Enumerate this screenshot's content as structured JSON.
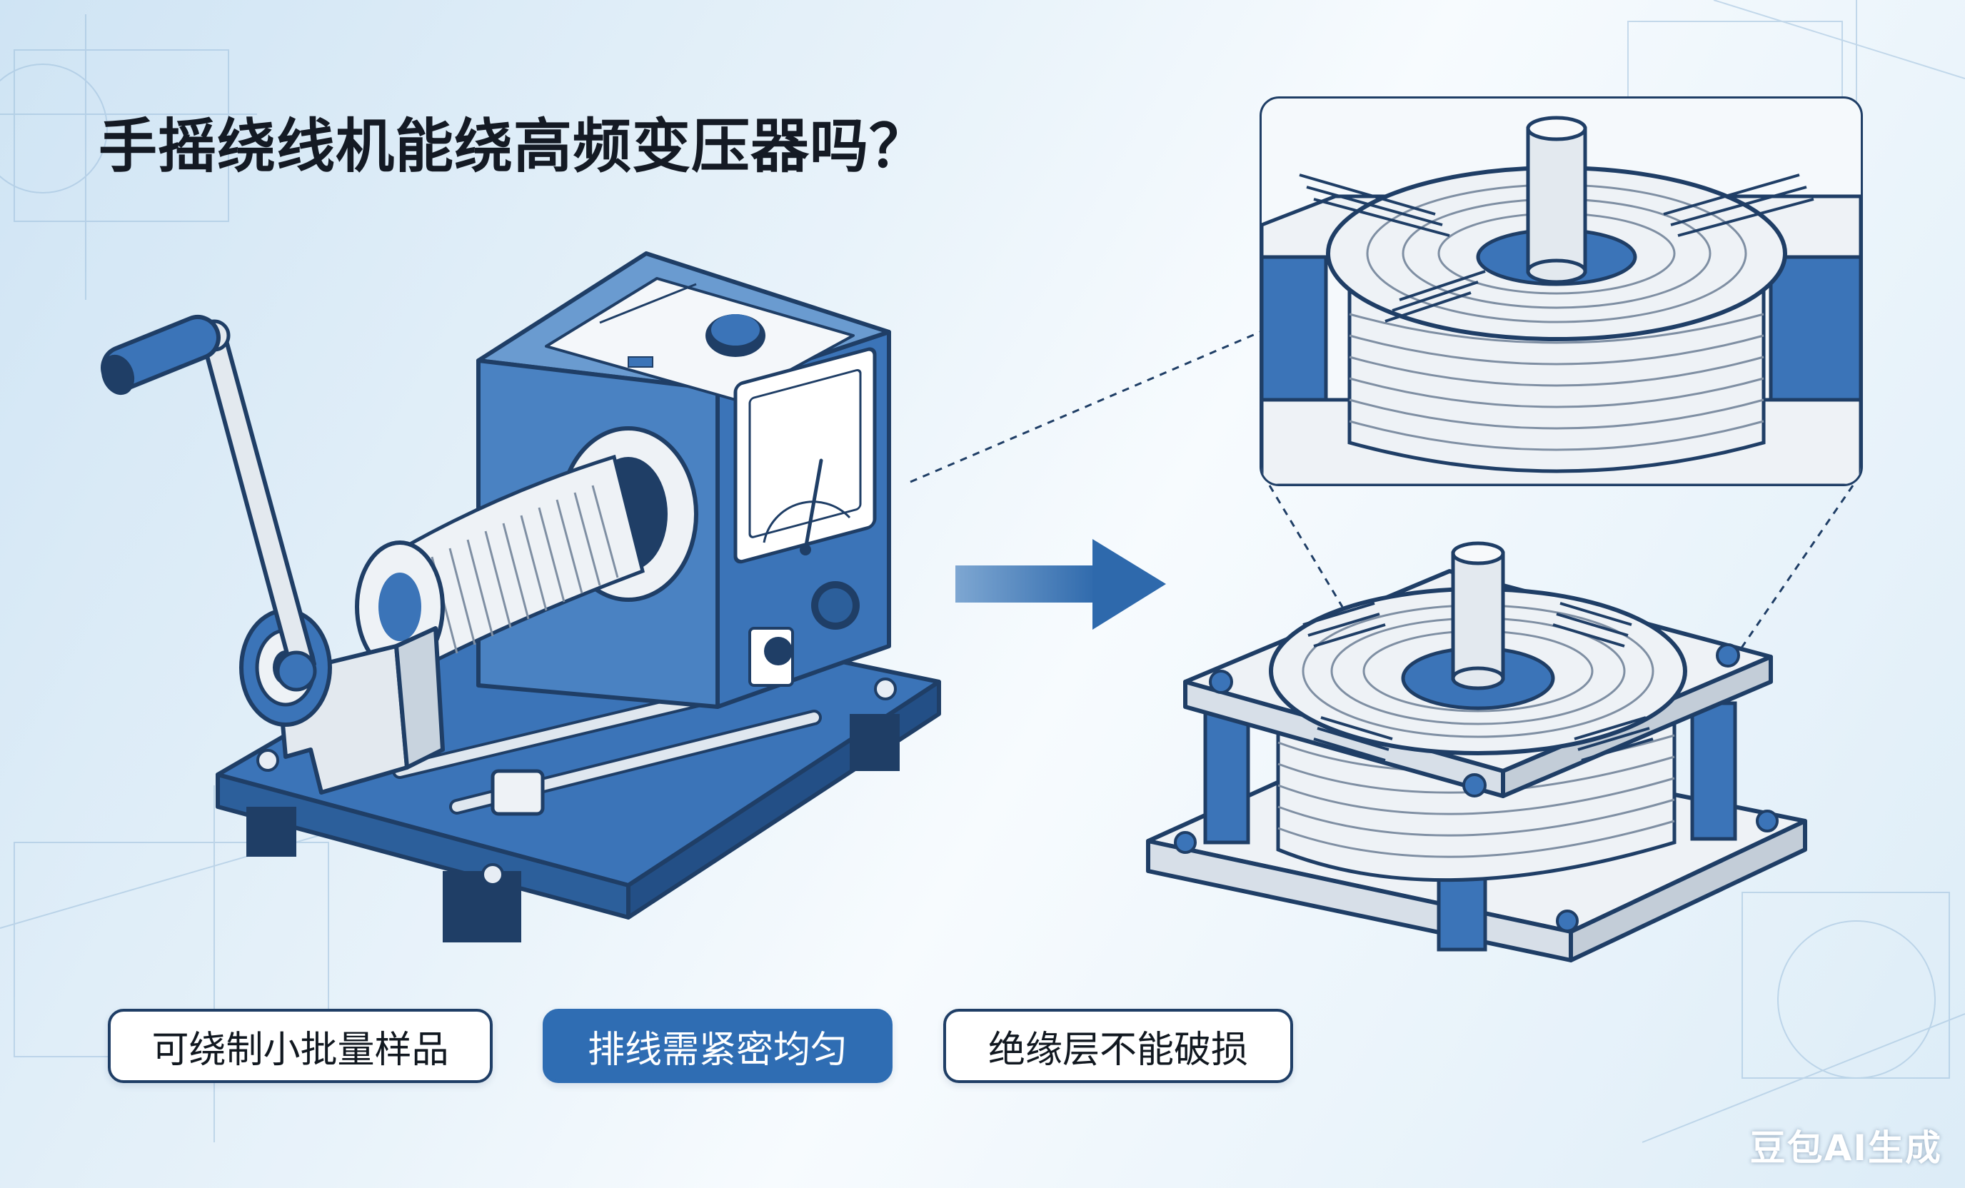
{
  "title": "手摇绕线机能绕高频变压器吗？",
  "tags": [
    {
      "label": "可绕制小批量样品",
      "highlighted": false
    },
    {
      "label": "排线需紧密均匀",
      "highlighted": true
    },
    {
      "label": "绝缘层不能破损",
      "highlighted": false
    }
  ],
  "watermark": "豆包AI生成",
  "colors": {
    "primary_blue": "#3b74b8",
    "dark_navy": "#1f3e66",
    "highlight_pill": "#2f6db3",
    "metal_light": "#eef2f6"
  },
  "icons": {
    "machine": "hand-crank-winding-machine",
    "arrow": "right-arrow-icon",
    "transformer": "high-frequency-transformer-coil",
    "detail": "coil-closeup-detail"
  }
}
